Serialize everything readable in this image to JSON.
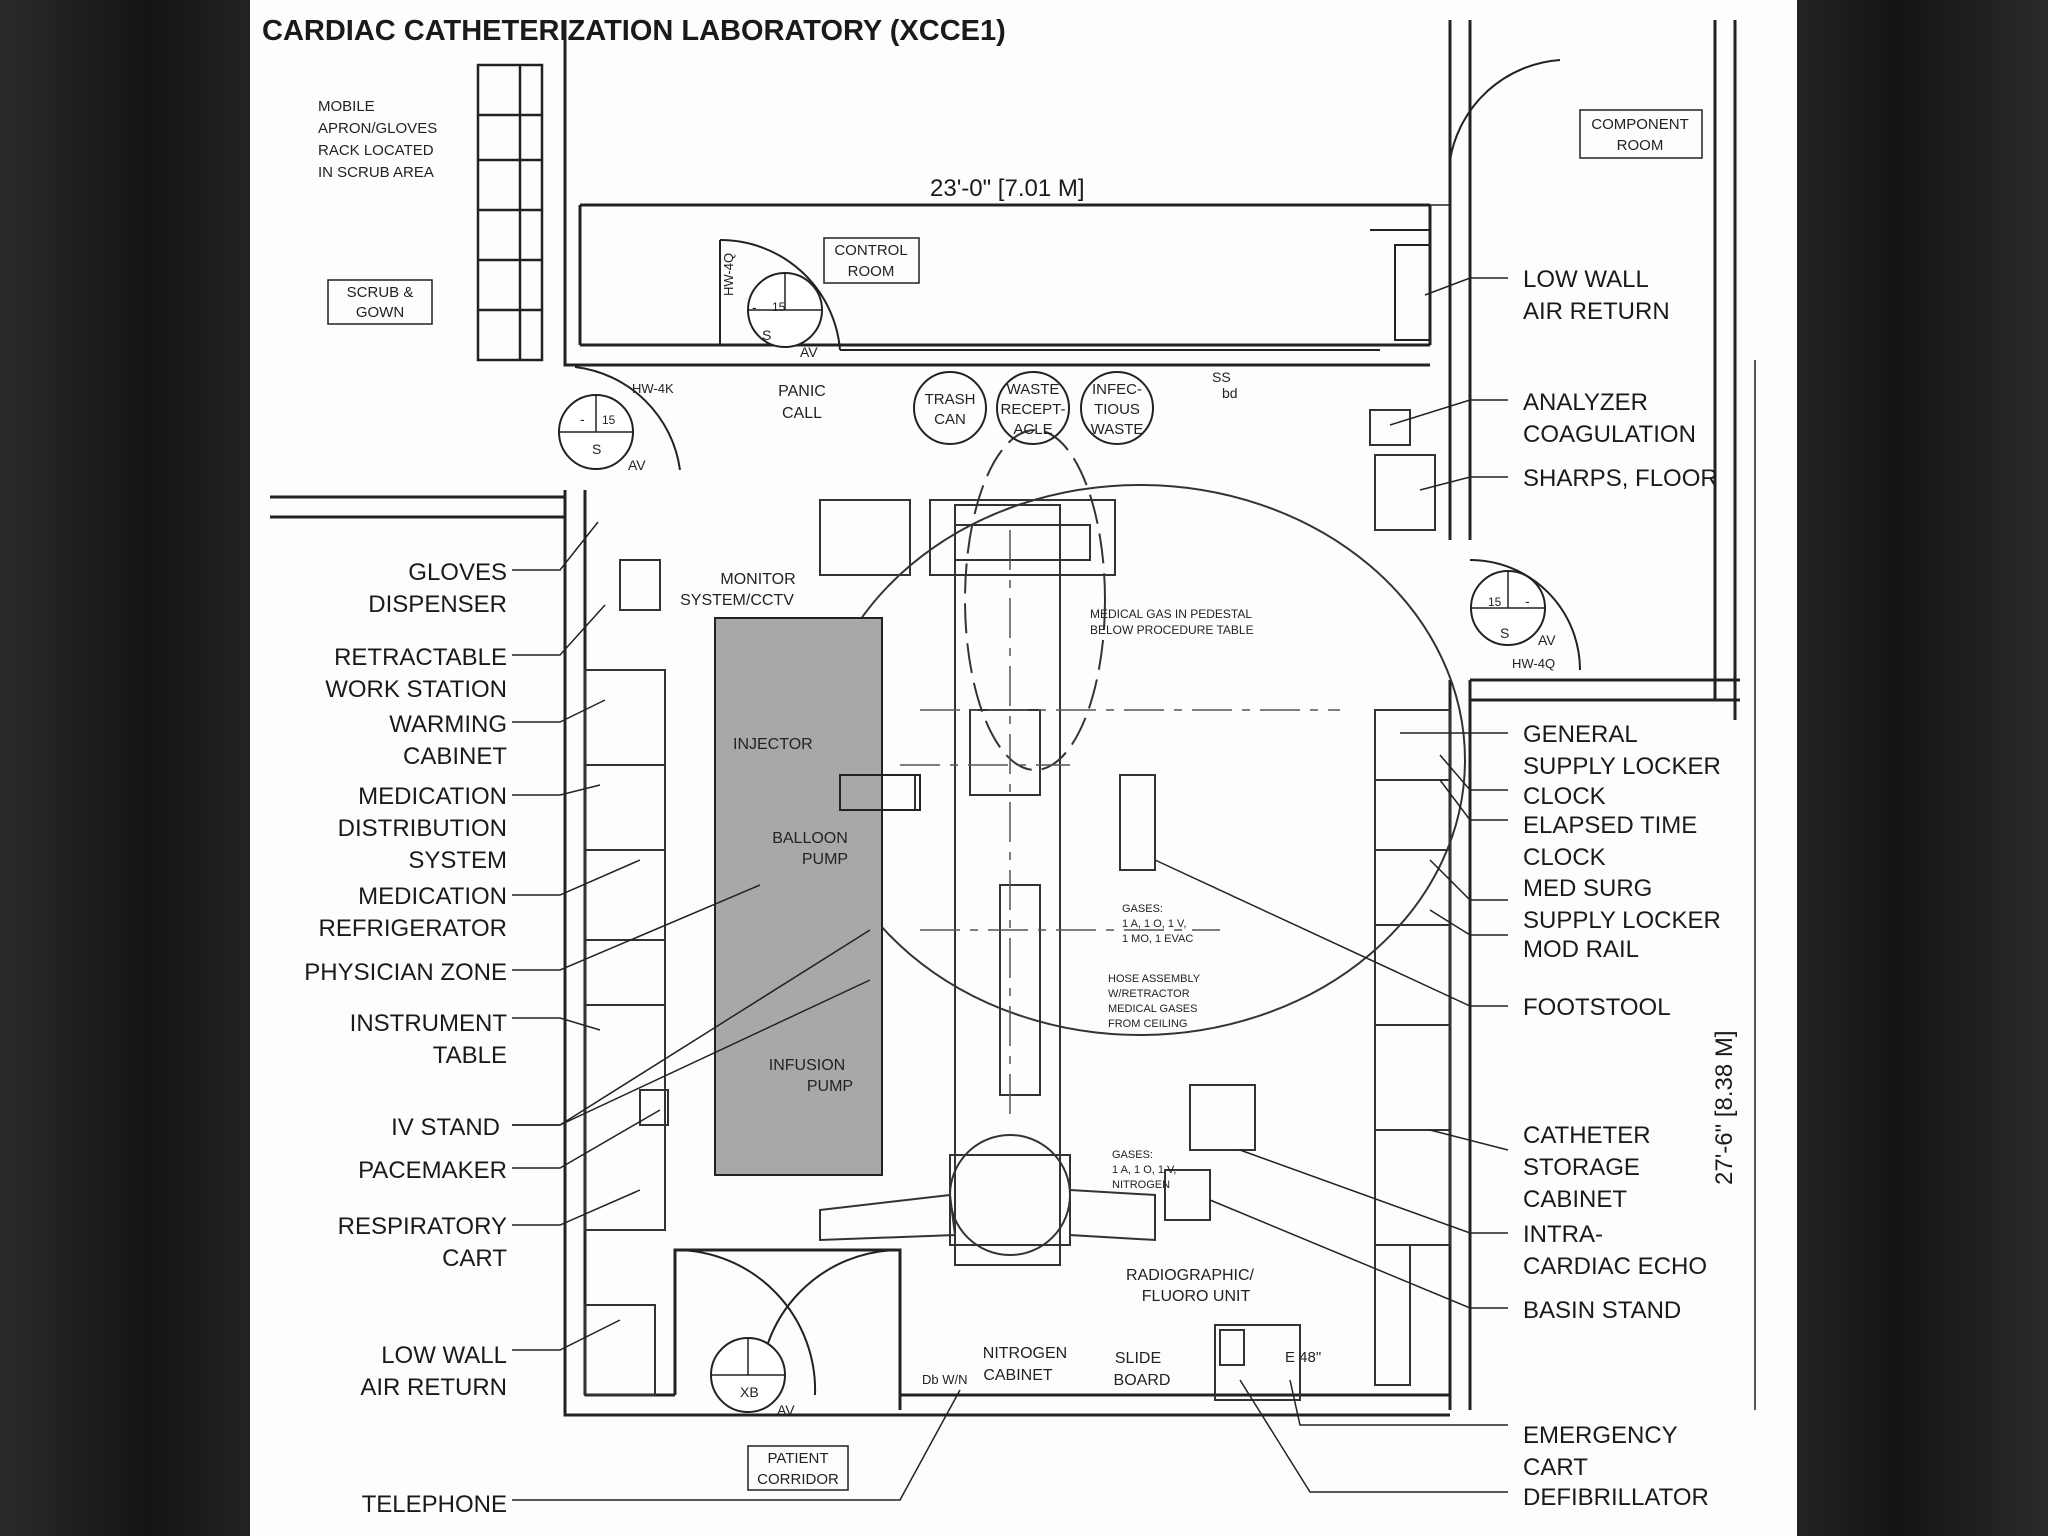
{
  "title": "CARDIAC CATHETERIZATION LABORATORY (XCCE1)",
  "dimensions": {
    "width": "23'-0\" [7.01 M]",
    "height": "27'-6\" [8.38 M]"
  },
  "rooms": {
    "control_room": [
      "CONTROL",
      "ROOM"
    ],
    "component_room": [
      "COMPONENT",
      "ROOM"
    ],
    "scrub_gown": [
      "SCRUB &",
      "GOWN"
    ],
    "patient_corridor": [
      "PATIENT",
      "CORRIDOR"
    ]
  },
  "notes": {
    "mobile_apron": [
      "MOBILE",
      "APRON/GLOVES",
      "RACK LOCATED",
      "IN SCRUB AREA"
    ],
    "medical_gas": [
      "MEDICAL GAS IN PEDESTAL",
      "BELOW PROCEDURE TABLE"
    ],
    "gases_top": [
      "GASES:",
      "1 A, 1 O, 1 V,",
      "1 MO, 1 EVAC"
    ],
    "hose_assembly": [
      "HOSE ASSEMBLY",
      "W/RETRACTOR",
      "MEDICAL GASES",
      "FROM CEILING"
    ],
    "gases_bottom": [
      "GASES:",
      "1 A, 1 O, 1 V,",
      "NITROGEN"
    ]
  },
  "tags": {
    "hw4q_top": "HW-4Q",
    "hw4k": "HW-4K",
    "hw4q_right": "HW-4Q",
    "av": "AV",
    "s": "S",
    "n15": "15",
    "dash": "-",
    "xb": "XB",
    "ss": "SS",
    "bd": "bd",
    "e48": "E 48\"",
    "dbwin": "Db W/N"
  },
  "equipment": {
    "panic_call": [
      "PANIC",
      "CALL"
    ],
    "trash_can": [
      "TRASH",
      "CAN"
    ],
    "waste_receptacle": [
      "WASTE",
      "RECEPT-",
      "ACLE"
    ],
    "infectious_waste": [
      "INFEC-",
      "TIOUS",
      "WASTE"
    ],
    "monitor_system": [
      "MONITOR",
      "SYSTEM/CCTV"
    ],
    "injector": "INJECTOR",
    "balloon_pump": [
      "BALLOON",
      "PUMP"
    ],
    "infusion_pump": [
      "INFUSION",
      "PUMP"
    ],
    "radiographic_unit": [
      "RADIOGRAPHIC/",
      "FLUORO UNIT"
    ],
    "nitrogen_cabinet": [
      "NITROGEN",
      "CABINET"
    ],
    "slide_board": [
      "SLIDE",
      "BOARD"
    ]
  },
  "left_labels": [
    [
      "GLOVES",
      "DISPENSER"
    ],
    [
      "RETRACTABLE",
      "WORK STATION"
    ],
    [
      "WARMING",
      "CABINET"
    ],
    [
      "MEDICATION",
      "DISTRIBUTION",
      "SYSTEM"
    ],
    [
      "MEDICATION",
      "REFRIGERATOR"
    ],
    [
      "PHYSICIAN ZONE"
    ],
    [
      "INSTRUMENT",
      "TABLE"
    ],
    [
      "IV STAND"
    ],
    [
      "PACEMAKER"
    ],
    [
      "RESPIRATORY",
      "CART"
    ],
    [
      "LOW WALL",
      "AIR RETURN"
    ],
    [
      "TELEPHONE"
    ]
  ],
  "right_labels": [
    [
      "LOW WALL",
      "AIR RETURN"
    ],
    [
      "ANALYZER",
      "COAGULATION"
    ],
    [
      "SHARPS, FLOOR"
    ],
    [
      "GENERAL",
      "SUPPLY LOCKER"
    ],
    [
      "CLOCK"
    ],
    [
      "ELAPSED TIME",
      "CLOCK"
    ],
    [
      "MED SURG",
      "SUPPLY LOCKER"
    ],
    [
      "MOD RAIL"
    ],
    [
      "FOOTSTOOL"
    ],
    [
      "CATHETER",
      "STORAGE",
      "CABINET"
    ],
    [
      "INTRA-",
      "CARDIAC ECHO"
    ],
    [
      "BASIN STAND"
    ],
    [
      "EMERGENCY",
      "CART"
    ],
    [
      "DEFIBRILLATOR"
    ]
  ]
}
